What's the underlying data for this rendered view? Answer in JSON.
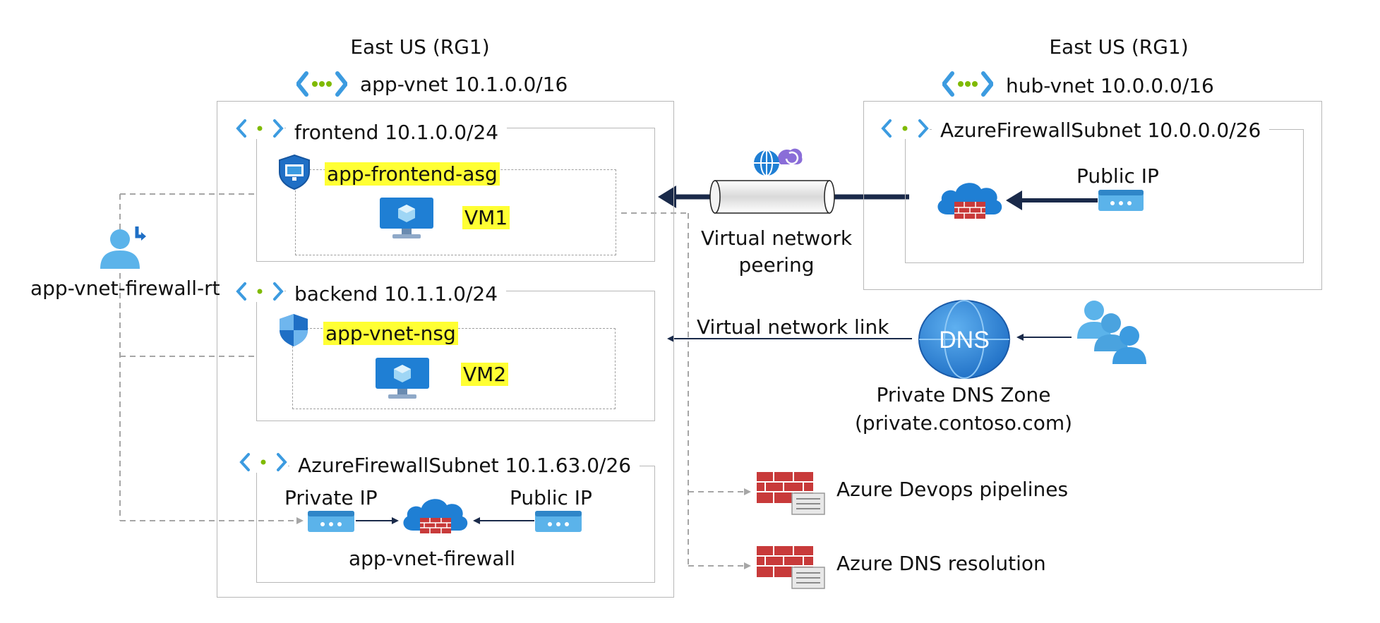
{
  "app_region": {
    "region": "East US (RG1)",
    "vnet": "app-vnet 10.1.0.0/16"
  },
  "hub_region": {
    "region": "East US (RG1)",
    "vnet": "hub-vnet 10.0.0.0/16"
  },
  "frontend": {
    "subnet": "frontend 10.1.0.0/24",
    "asg": "app-frontend-asg",
    "vm": "VM1"
  },
  "backend": {
    "subnet": "backend 10.1.1.0/24",
    "nsg": "app-vnet-nsg",
    "vm": "VM2"
  },
  "app_fw_subnet": {
    "subnet": "AzureFirewallSubnet 10.1.63.0/26",
    "private_ip": "Private IP",
    "public_ip": "Public IP",
    "firewall": "app-vnet-firewall"
  },
  "hub_fw_subnet": {
    "subnet": "AzureFirewallSubnet 10.0.0.0/26",
    "public_ip": "Public IP"
  },
  "route_table": "app-vnet-firewall-rt",
  "peering": {
    "line1": "Virtual network",
    "line2": "peering"
  },
  "vnet_link": "Virtual network link",
  "dns": {
    "badge": "DNS",
    "line1": "Private DNS Zone",
    "line2": "(private.contoso.com)"
  },
  "rules": {
    "devops": "Azure Devops pipelines",
    "dns_resolution": "Azure DNS resolution"
  },
  "colors": {
    "azure_blue": "#1f7fd4",
    "highlight": "#ffff33",
    "firewall_red": "#c83a3a",
    "vnet_green": "#7fba00"
  },
  "icons": [
    "vnet-icon",
    "subnet-icon",
    "asg-shield-icon",
    "nsg-shield-icon",
    "vm-monitor-icon",
    "firewall-cloud-icon",
    "public-ip-icon",
    "private-ip-icon",
    "route-table-user-icon",
    "peering-globe-icon",
    "dns-globe-icon",
    "users-group-icon",
    "firewall-rule-icon"
  ]
}
